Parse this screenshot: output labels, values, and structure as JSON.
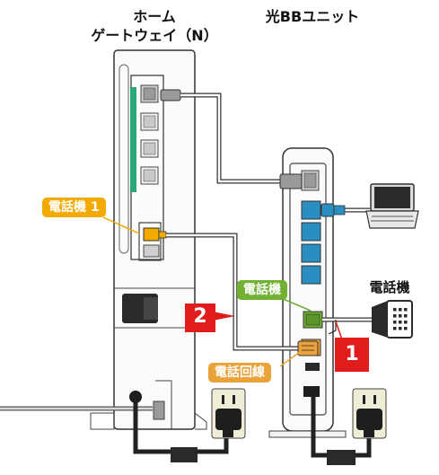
{
  "titles": {
    "gateway_line1": "ホーム",
    "gateway_line2": "ゲートウェイ（N）",
    "unit": "光BBユニット"
  },
  "labels": {
    "phone1": "電話機 1",
    "phone_port": "電話機",
    "phone_line": "電話回線",
    "telephone": "電話機"
  },
  "steps": {
    "step1": "1",
    "step2": "2"
  },
  "colors": {
    "phone1_orange": "#f2a900",
    "phone_green": "#72b032",
    "line_orange": "#e9a33a",
    "lan_blue": "#2a8fc0",
    "led_green": "#2aa87a",
    "step_red": "#e01c1c",
    "cable_gray": "#8f8f8f"
  }
}
